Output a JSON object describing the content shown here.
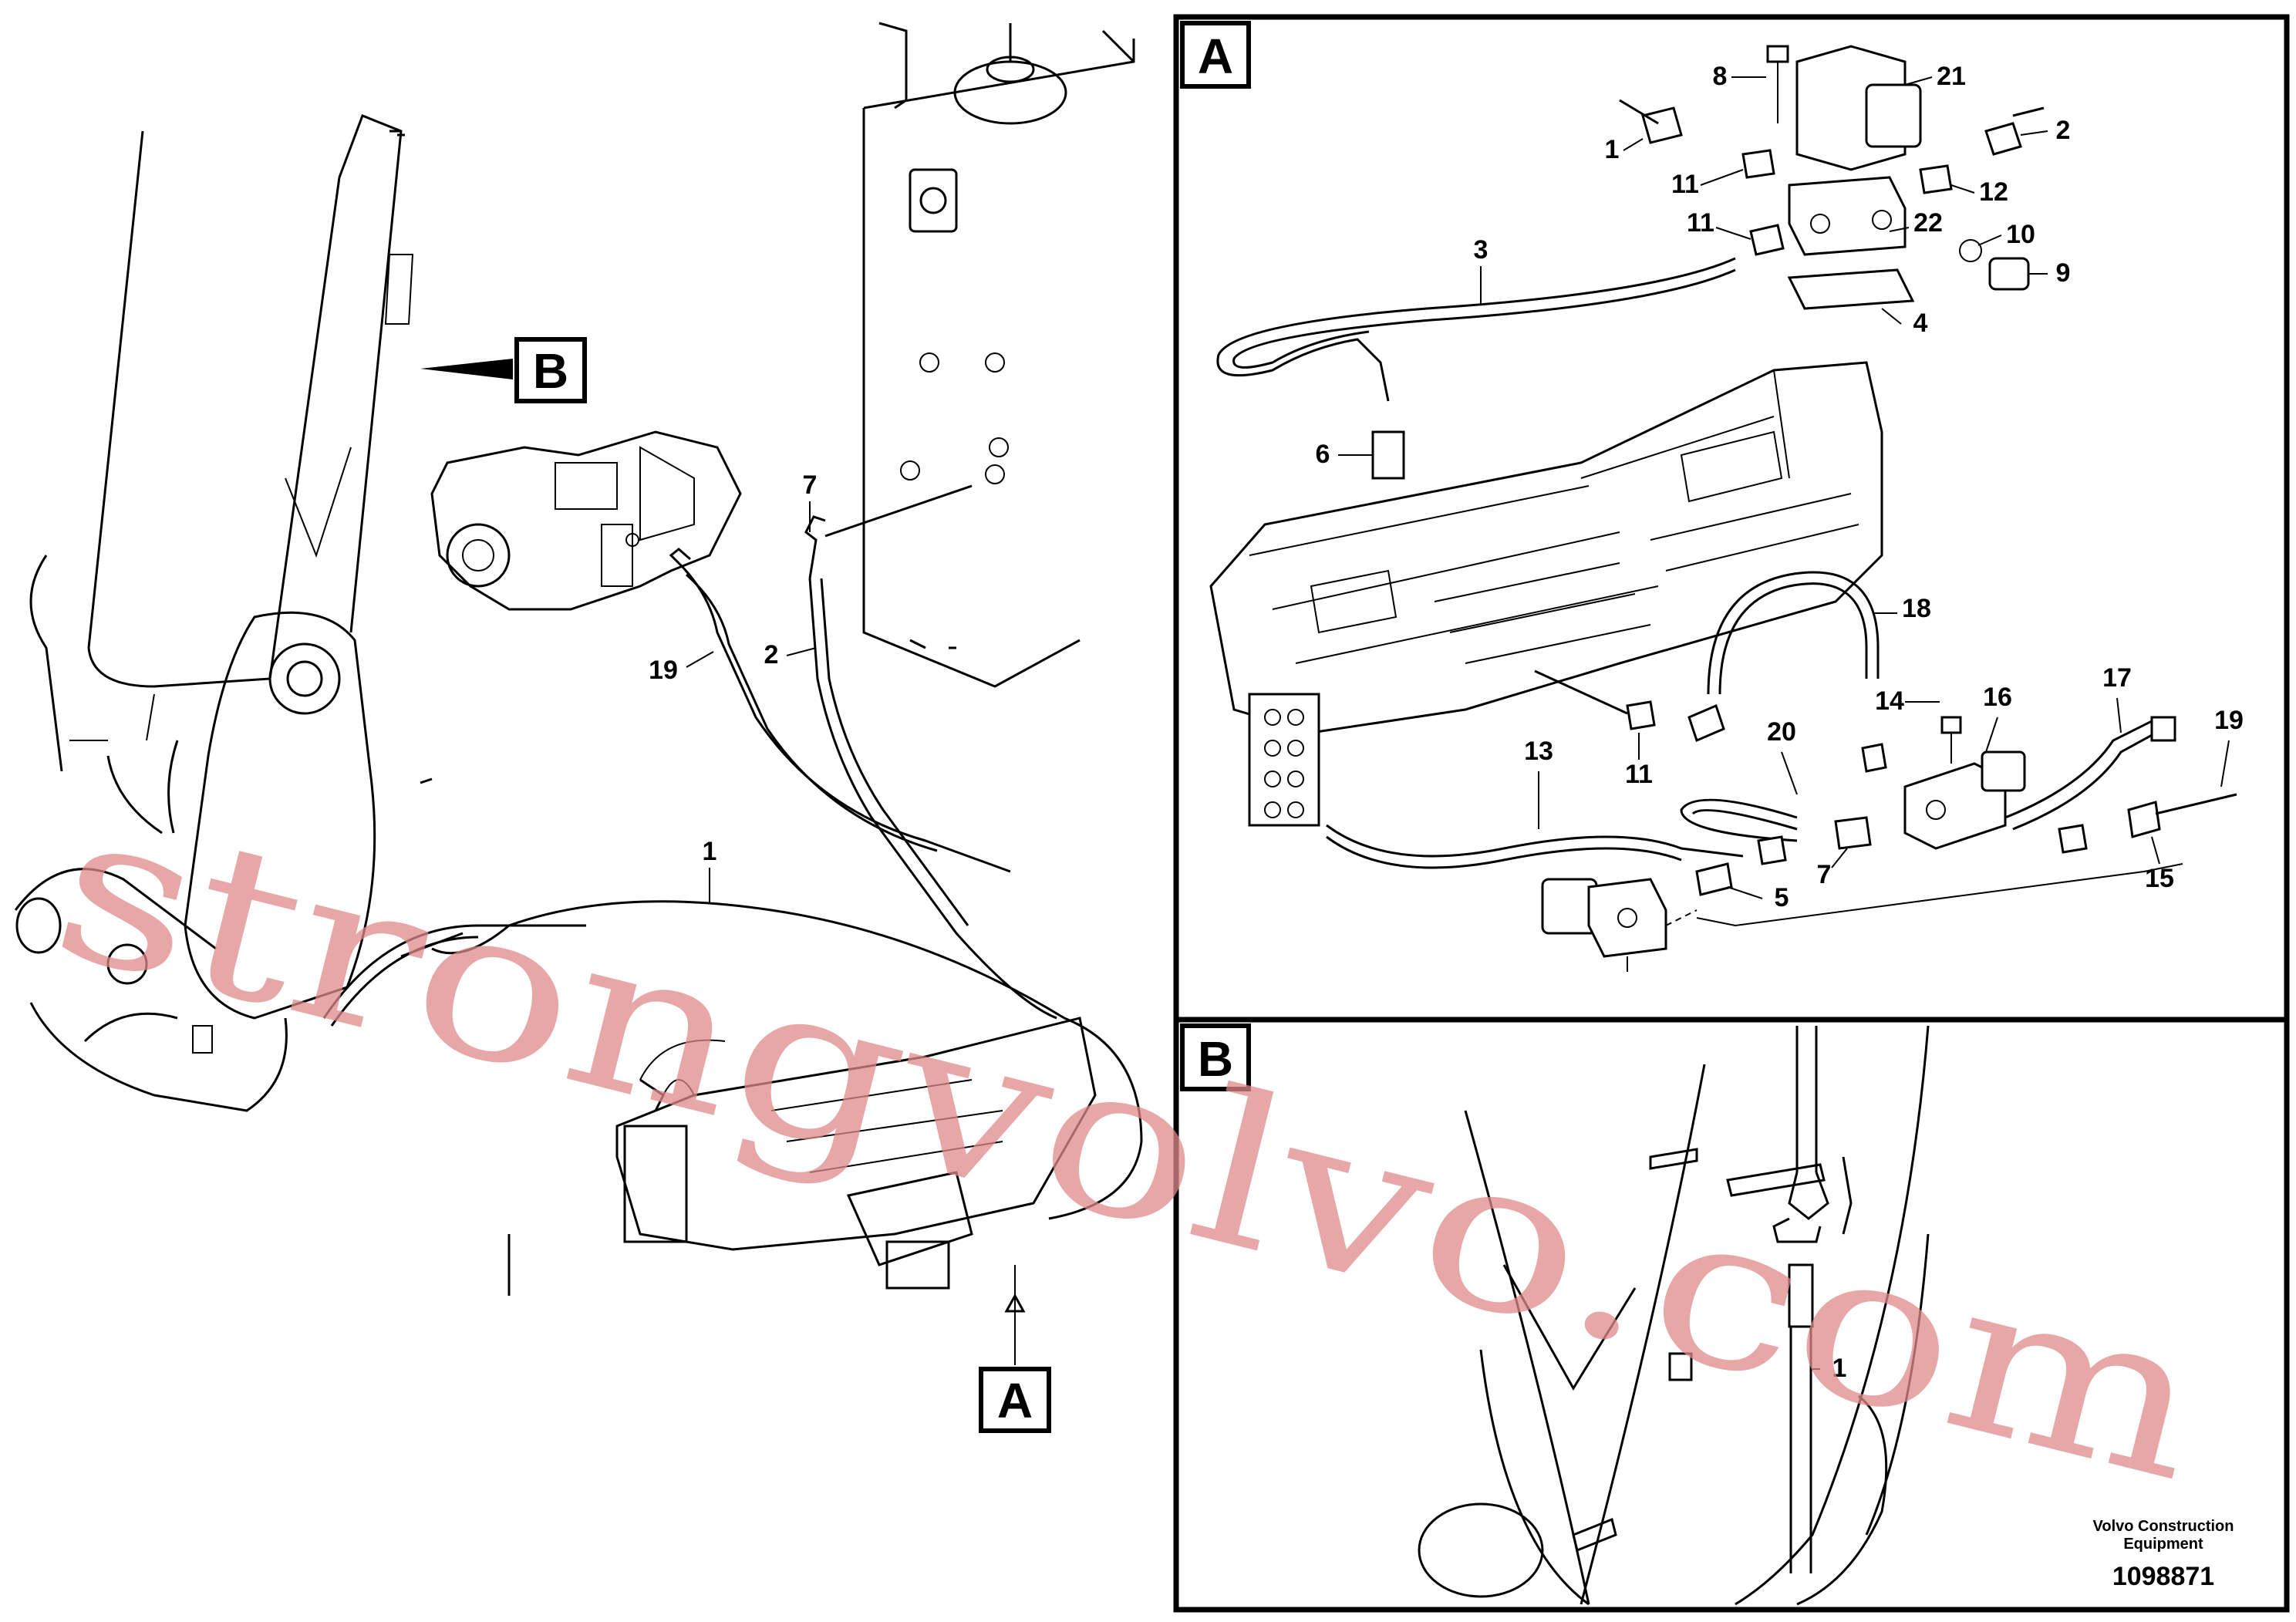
{
  "callouts": {
    "main": {
      "b_view": "B",
      "a_view": "A",
      "l7": "7",
      "l2": "2",
      "l19": "19",
      "l1": "1"
    },
    "detail_a": {
      "title": "A",
      "l8": "8",
      "l21": "21",
      "l1": "1",
      "l2": "2",
      "l11a": "11",
      "l12": "12",
      "l11b": "11",
      "l22": "22",
      "l10": "10",
      "l3": "3",
      "l9": "9",
      "l4": "4",
      "l6": "6",
      "l18": "18",
      "l14": "14",
      "l16": "16",
      "l17": "17",
      "l11c": "11",
      "l13": "13",
      "l20": "20",
      "l19": "19",
      "l7": "7",
      "l5": "5",
      "l15": "15"
    },
    "detail_b": {
      "title": "B",
      "l1": "1"
    }
  },
  "footer": {
    "company_line1": "Volvo Construction",
    "company_line2": "Equipment",
    "drawing_number": "1098871"
  },
  "watermark": "strongvolvo.com"
}
